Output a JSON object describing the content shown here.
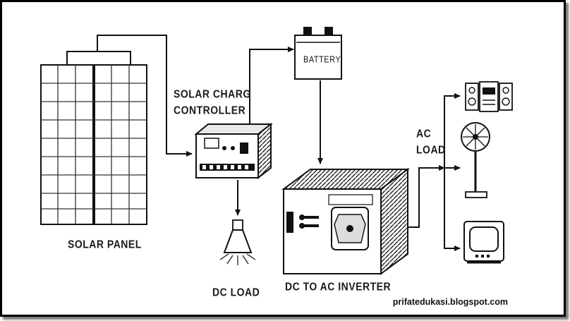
{
  "labels": {
    "solar_panel": "SOLAR PANEL",
    "charge_controller_line1": "SOLAR CHARG",
    "charge_controller_line2": "CONTROLLER",
    "battery": "BATTERY",
    "dc_load": "DC LOAD",
    "inverter": "DC TO AC INVERTER",
    "ac_load_line1": "AC",
    "ac_load_line2": "LOAD"
  },
  "watermark": "prifatedukasi.blogspot.com",
  "icons": [
    "solar-panel-icon",
    "charge-controller-icon",
    "battery-icon",
    "bulb-icon",
    "inverter-icon",
    "stereo-icon",
    "fan-icon",
    "television-icon"
  ]
}
